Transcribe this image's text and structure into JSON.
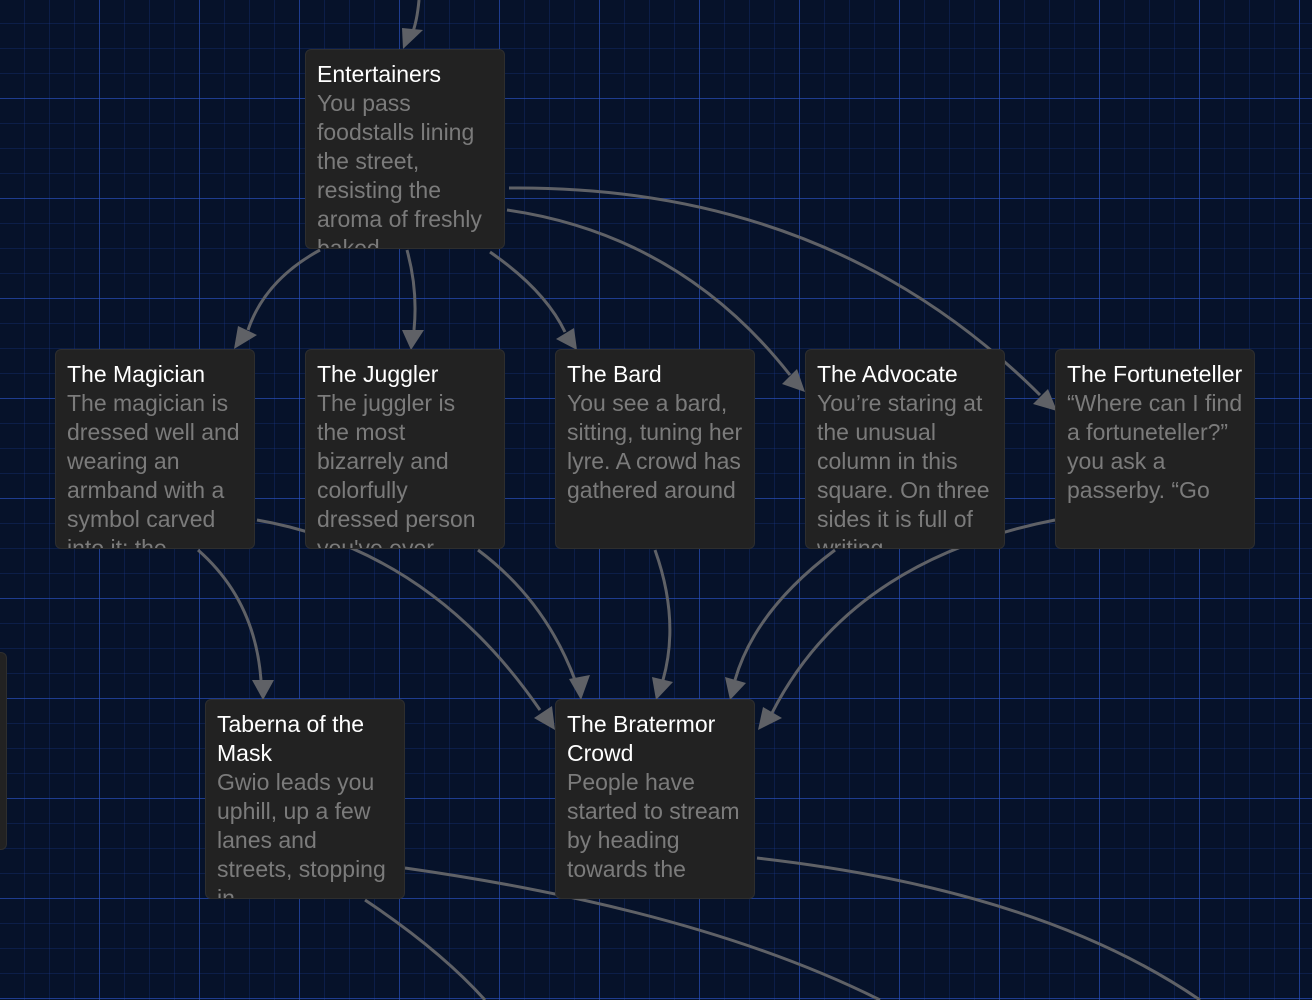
{
  "passages": [
    {
      "id": "entertainers",
      "title": "Entertainers",
      "excerpt": "You pass foodstalls lining the street, resisting the aroma of freshly baked"
    },
    {
      "id": "magician",
      "title": "The Magician",
      "excerpt": "The magician is dressed well and wearing an armband with a symbol carved into it; the"
    },
    {
      "id": "juggler",
      "title": "The Juggler",
      "excerpt": "The juggler is the most bizarrely and colorfully dressed person you've ever"
    },
    {
      "id": "bard",
      "title": "The Bard",
      "excerpt": "You see a bard, sitting, tuning her lyre. A crowd has gathered around"
    },
    {
      "id": "advocate",
      "title": "The Advocate",
      "excerpt": "You’re staring at the unusual column in this square. On three sides it is full of writing"
    },
    {
      "id": "fortuneteller",
      "title": "The Fortuneteller",
      "excerpt": "“Where can I find a fortuneteller?” you ask a passerby. “Go"
    },
    {
      "id": "taberna",
      "title": "Taberna of the Mask",
      "excerpt": "Gwio leads you uphill, up a few lanes and streets, stopping in"
    },
    {
      "id": "bratermor",
      "title": "The Bratermor Crowd",
      "excerpt": "People have started to stream by heading towards the"
    }
  ],
  "colors": {
    "background": "#06122a",
    "grid": "#2d55c8",
    "card": "#222222",
    "title": "#ffffff",
    "excerpt": "#7b7b7b",
    "connector": "#5f6166"
  }
}
